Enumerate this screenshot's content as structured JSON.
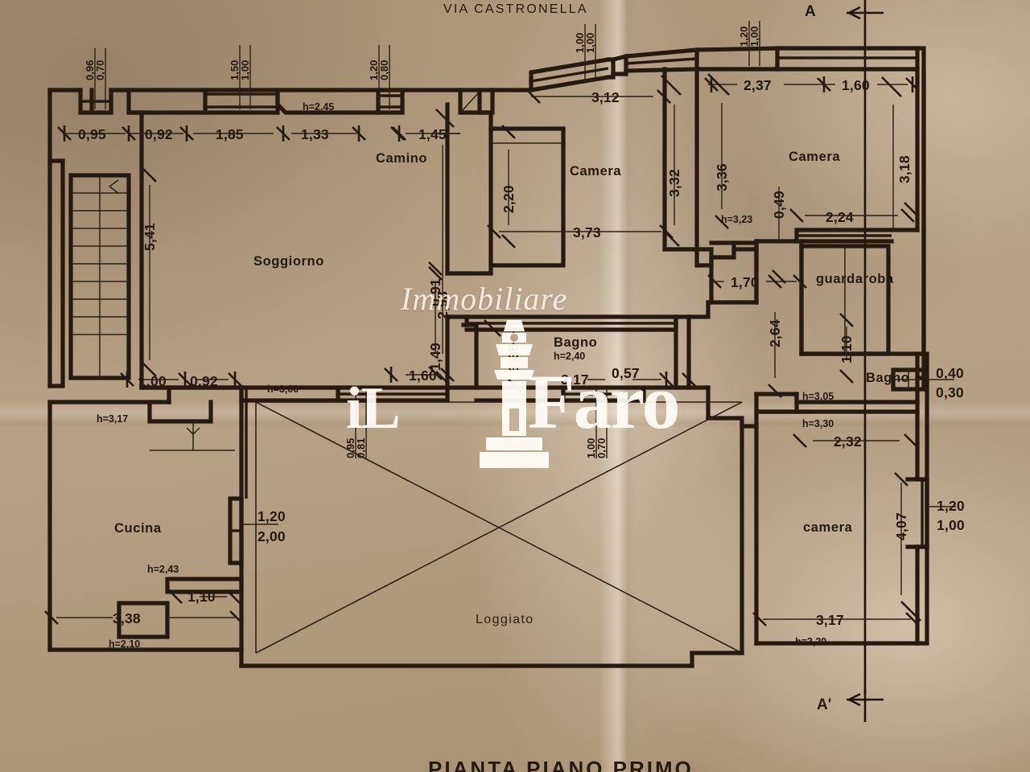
{
  "document": {
    "street_label": "VIA CASTRONELLA",
    "bottom_title": "PIANTA PIANO PRIMO",
    "section_top": "A",
    "section_bottom": "A'"
  },
  "watermark": {
    "script_text": "Immobiliare",
    "brand_il": "iL",
    "brand_faro": "Faro",
    "icon": "lighthouse-icon"
  },
  "rooms": {
    "soggiorno": "Soggiorno",
    "cucina": "Cucina",
    "camino": "Camino",
    "camera_1": "Camera",
    "camera_2": "Camera",
    "camera_3": "camera",
    "bagno_1": "Bagno",
    "bagno_2": "Bagno",
    "guardaroba": "guardaroba",
    "loggiato": "Loggiato"
  },
  "heights": {
    "h_2_45": "h=2,45",
    "h_3_00": "h=3,00",
    "h_3_17": "h=3,17",
    "h_2_43": "h=2,43",
    "h_2_10": "h=2,10",
    "h_2_40": "h=2,40",
    "h_3_23": "h=3,23",
    "h_3_05": "h=3,05",
    "h_3_30": "h=3,30",
    "h_2_20": "h=2,20"
  },
  "openings": {
    "top_left_a": {
      "w": "0,96",
      "h": "0,70"
    },
    "top_left_b": {
      "w": "1,50",
      "h": "1,00"
    },
    "top_left_c": {
      "w": "1,20",
      "h": "0,80"
    },
    "top_mid": {
      "w": "1,00",
      "h": "1,00"
    },
    "top_right": {
      "w": "1,20",
      "h": "1,00"
    },
    "center_left": {
      "w": "0,81",
      "h": "0,95"
    },
    "center_mid": {
      "w": "1,00",
      "h": "0,70"
    },
    "cucina_door": {
      "w": "1,20",
      "h": "2,00"
    },
    "bagno_right": {
      "w": "0,40",
      "h": "0,30"
    },
    "camera_right": {
      "w": "1,20",
      "h": "1,00"
    }
  },
  "dimensions": {
    "d_0_95": "0,95",
    "d_0_92_a": "0,92",
    "d_1_85": "1,85",
    "d_1_33": "1,33",
    "d_1_45": "1,45",
    "d_3_12": "3,12",
    "d_2_37": "2,37",
    "d_1_60_top": "1,60",
    "d_5_41": "5,41",
    "d_2_98": "2,98",
    "d_2_20_camera": "2,20",
    "d_3_32": "3,32",
    "d_3_36": "3,36",
    "d_3_18": "3,18",
    "d_3_73": "3,73",
    "d_0_49": "0,49",
    "d_2_24": "2,24",
    "d_1_70": "1,70",
    "d_2_64": "2,64",
    "d_1_10_bagno": "1,10",
    "d_0_91": "0,91",
    "d_1_49": "1,49",
    "d_1_35": "1,35",
    "d_1_60_bagno": "1,60",
    "d_3_17_bagno": "3,17",
    "d_0_57": "0,57",
    "d_1_00_left": "1,00",
    "d_0_92_b": "0,92",
    "d_2_32": "2,32",
    "d_4_07": "4,07",
    "d_3_17_camera": "3,17",
    "d_3_38": "3,38",
    "d_1_10_cucina": "1,10"
  },
  "colors": {
    "paper": "#b29a7c",
    "ink": "#241a10",
    "watermark": "#fffcf6"
  }
}
